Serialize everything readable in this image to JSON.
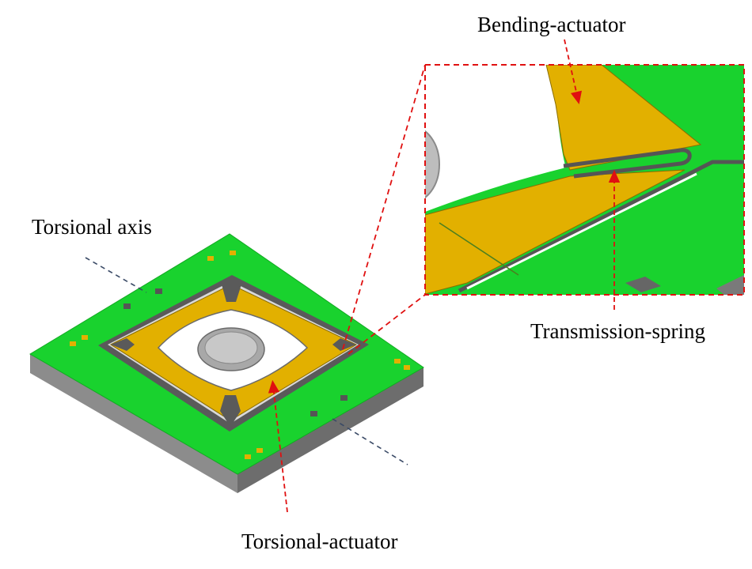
{
  "labels": {
    "bending_actuator": "Bending-actuator",
    "torsional_axis": "Torsional axis",
    "transmission_spring": "Transmission-spring",
    "torsional_actuator": "Torsional-actuator"
  },
  "colors": {
    "green": "#19d22e",
    "gold": "#e2b000",
    "substrate_front": "#8a8a8a",
    "substrate_side": "#6f6f6f",
    "dark_groove": "#555555",
    "mirror": "#b9b9b9",
    "leader": "#e01010",
    "axis_line": "#3a4a66"
  },
  "icons": {
    "bond_pad": "square-pad",
    "mirror": "circular-mirror"
  }
}
